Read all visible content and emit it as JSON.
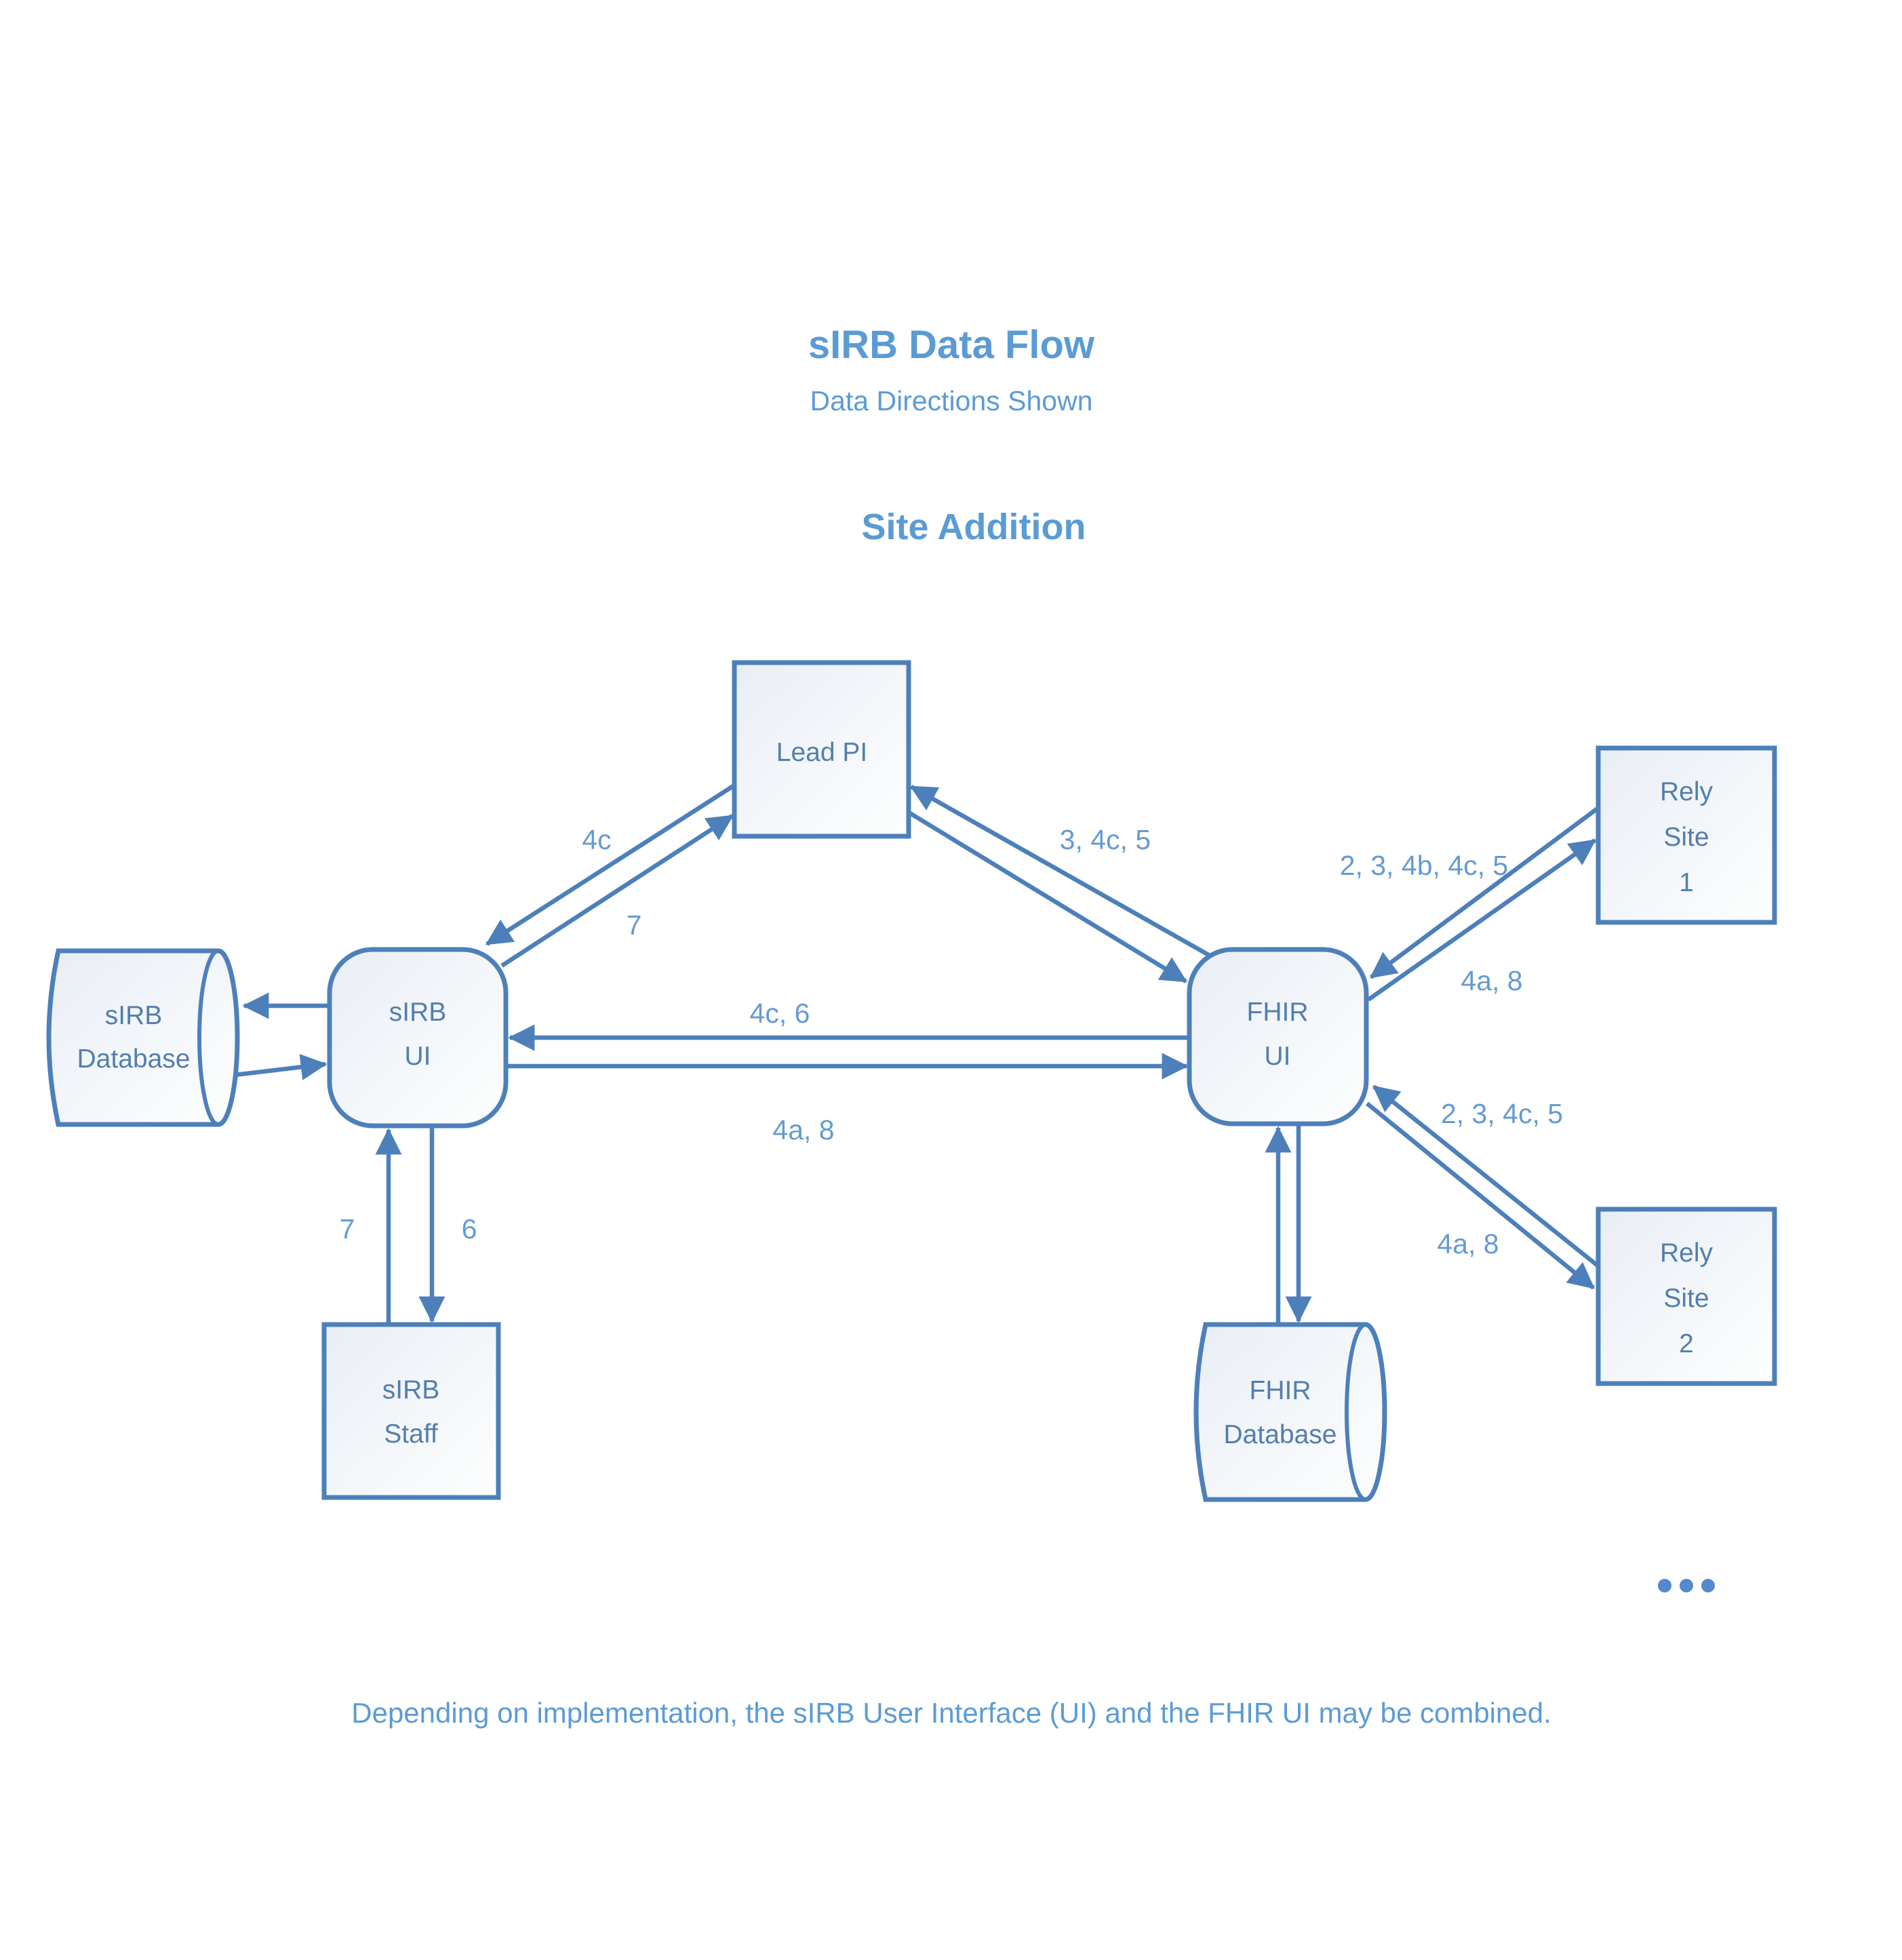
{
  "title": "sIRB Data Flow",
  "subtitle": "Data Directions Shown",
  "section_heading": "Site Addition",
  "footer_note": "Depending on implementation, the sIRB User Interface (UI) and the FHIR UI may be combined.",
  "continuation_ellipsis": "...",
  "colors": {
    "accent_stroke": "#4d80ba",
    "title_blue": "#5b9bd5",
    "node_text": "#527ead",
    "edge_label_text": "#649bd3",
    "box_fill_top": "#edf1f6",
    "box_fill_bottom": "#fcfdfe"
  },
  "nodes": {
    "lead_pi": {
      "lines": [
        "Lead PI"
      ]
    },
    "sirb_database": {
      "lines": [
        "sIRB",
        "Database"
      ]
    },
    "sirb_ui": {
      "lines": [
        "sIRB",
        "UI"
      ]
    },
    "fhir_ui": {
      "lines": [
        "FHIR",
        "UI"
      ]
    },
    "rely_site_1": {
      "lines": [
        "Rely",
        "Site",
        "1"
      ]
    },
    "rely_site_2": {
      "lines": [
        "Rely",
        "Site",
        "2"
      ]
    },
    "sirb_staff": {
      "lines": [
        "sIRB",
        "Staff"
      ]
    },
    "fhir_database": {
      "lines": [
        "FHIR",
        "Database"
      ]
    }
  },
  "edges": {
    "lead_pi_to_sirb_ui": "4c",
    "sirb_ui_to_lead_pi": "7",
    "lead_pi_fhir_ui": "3, 4c, 5",
    "fhir_ui_rely_site_1": "2, 3, 4b, 4c, 5",
    "rely_site_1_fhir_ui": "4a, 8",
    "fhir_ui_to_sirb_ui": "4c, 6",
    "sirb_ui_to_fhir_ui": "4a, 8",
    "sirb_staff_to_sirb_ui": "7",
    "sirb_ui_to_sirb_staff": "6",
    "fhir_ui_rely_site_2": "2, 3, 4c, 5",
    "fhir_ui_to_rely_site_2": "4a, 8"
  }
}
